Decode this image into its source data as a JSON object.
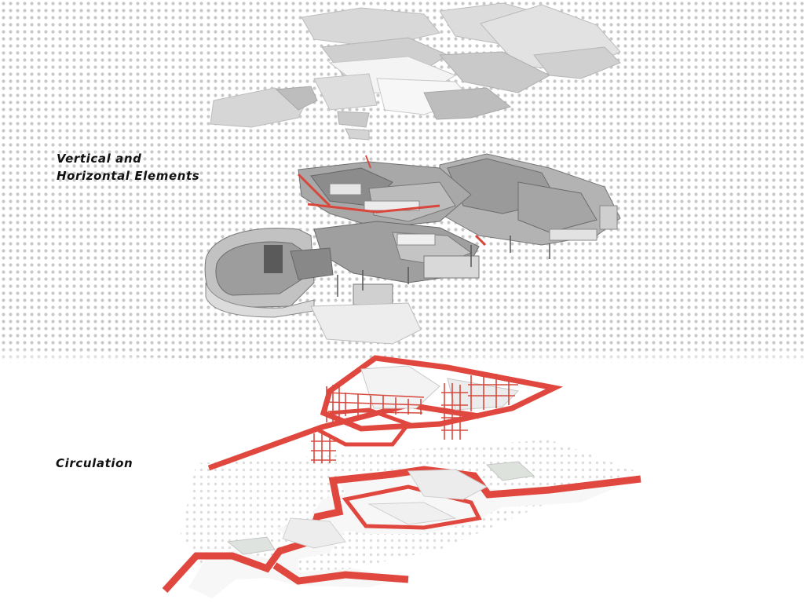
{
  "labels": {
    "vertical_horizontal_line1": "Vertical and",
    "vertical_horizontal_line2": "Horizontal Elements",
    "circulation": "Circulation"
  },
  "colors": {
    "background": "#ffffff",
    "dot_pattern": "#c8c8c8",
    "roof_fill": "#d9d9d9",
    "structure_fill": "#9a9a9a",
    "circulation_red": "#e0473e",
    "scaffold_red": "#d84a40",
    "label_text": "#111111"
  },
  "layers": [
    "roof-slabs",
    "vertical-horizontal-elements",
    "circulation"
  ]
}
